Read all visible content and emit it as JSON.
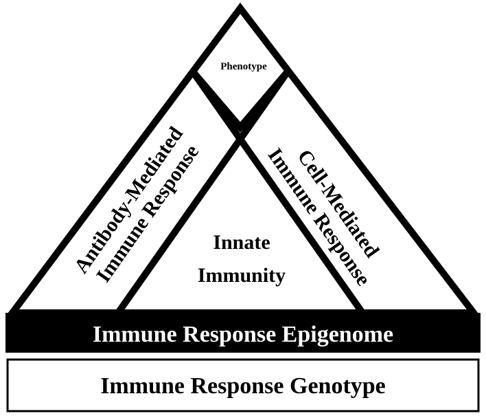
{
  "phenotype": "Phenotype",
  "antibody": {
    "line1": "Antibody-Mediated",
    "line2": "Immune Response"
  },
  "cell": {
    "line1": "Cell-Mediated",
    "line2": "Immune Response"
  },
  "innate": {
    "line1": "Innate",
    "line2": "Immunity"
  },
  "epigenome_label": "Immune Response Epigenome",
  "genotype_label": "Immune Response Genotype",
  "colors": {
    "ink": "#000000",
    "paper": "#ffffff"
  }
}
